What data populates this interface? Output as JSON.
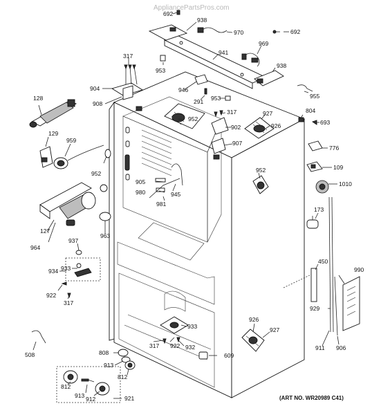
{
  "watermark": "AppliancePartsPros.com",
  "art_number": "(ART NO. WR20989 C41)",
  "callouts": {
    "c692a": "692",
    "c938a": "938",
    "c970": "970",
    "c692b": "692",
    "c969": "969",
    "c941": "941",
    "c317a": "317",
    "c953a": "953",
    "c938b": "938",
    "c904": "904",
    "c946": "946",
    "c953b": "953",
    "c955": "955",
    "c908": "908",
    "c291": "291",
    "c128": "128",
    "c317b": "317",
    "c804": "804",
    "c927a": "927",
    "c952a": "952",
    "c902": "902",
    "c926a": "926",
    "c693": "693",
    "c129": "129",
    "c959": "959",
    "c907": "907",
    "c776": "776",
    "c952b": "952",
    "c109": "109",
    "c952c": "952",
    "c905": "905",
    "c945": "945",
    "c980": "980",
    "c1010": "1010",
    "c981": "981",
    "c173": "173",
    "c127": "127",
    "c963": "963",
    "c964": "964",
    "c937": "937",
    "c450": "450",
    "c934": "934",
    "c933a": "933",
    "c990": "990",
    "c922a": "922",
    "c317c": "317",
    "c929": "929",
    "c926b": "926",
    "c927b": "927",
    "c933b": "933",
    "c922b": "922",
    "c317d": "317",
    "c932": "932",
    "c508": "508",
    "c808": "808",
    "c609": "609",
    "c911": "911",
    "c906": "906",
    "c913a": "913",
    "c812a": "812",
    "c812b": "812",
    "c913b": "913",
    "c912": "912",
    "c921": "921"
  }
}
